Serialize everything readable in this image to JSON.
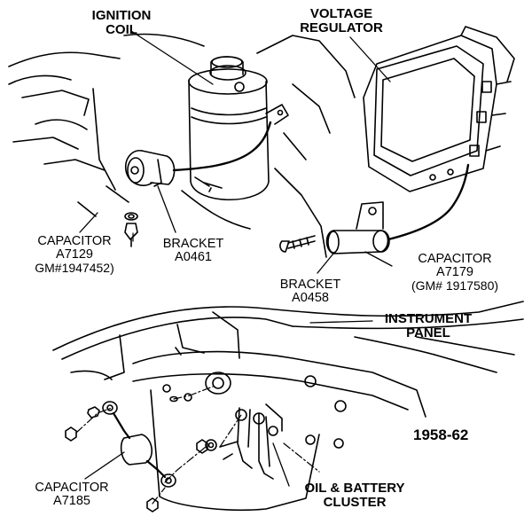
{
  "labels": {
    "ignition_coil": [
      "IGNITION",
      "COIL"
    ],
    "voltage_regulator": [
      "VOLTAGE",
      "REGULATOR"
    ],
    "capacitor_a7129": [
      "CAPACITOR",
      "A7129",
      "GM#1947452)"
    ],
    "bracket_a0461": [
      "BRACKET",
      "A0461"
    ],
    "capacitor_a7179": [
      "CAPACITOR",
      "A7179",
      "(GM# 1917580)"
    ],
    "bracket_a0458": [
      "BRACKET",
      "A0458"
    ],
    "instrument_panel": [
      "INSTRUMENT",
      "PANEL"
    ],
    "year_range": "1958-62",
    "capacitor_a7185": [
      "CAPACITOR",
      "A7185"
    ],
    "oil_battery_cluster": [
      "OIL & BATTERY",
      "CLUSTER"
    ]
  }
}
